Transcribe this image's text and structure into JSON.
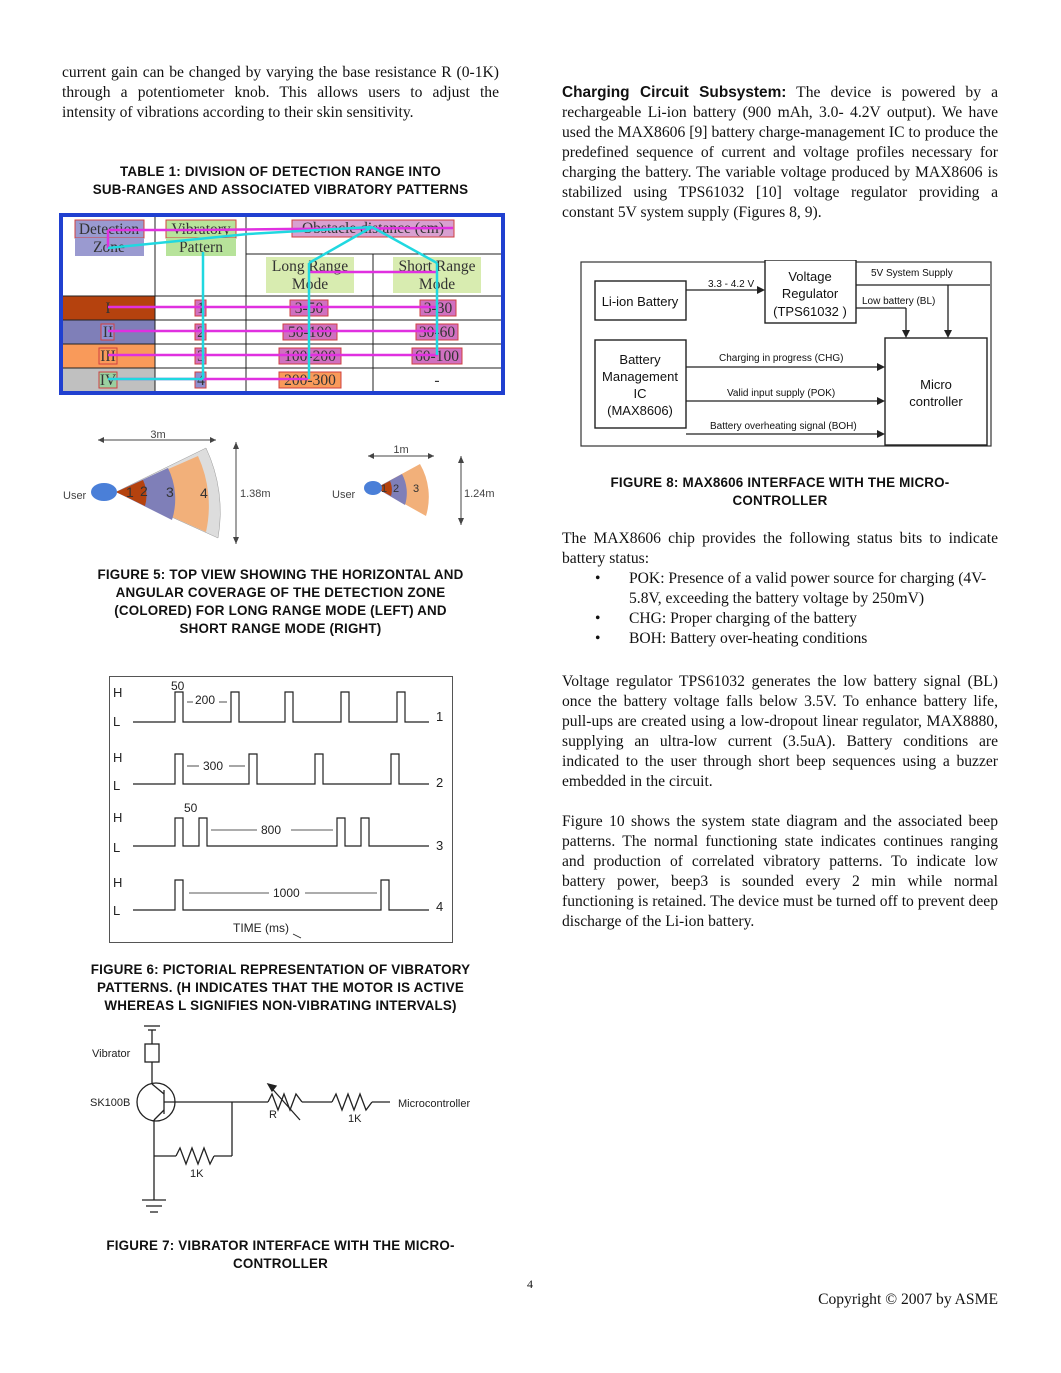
{
  "left_column": {
    "intro_paragraph": "current gain can be changed by varying the base resistance R (0-1K) through a potentiometer knob. This allows users to adjust the intensity of vibrations according to their skin sensitivity.",
    "table1": {
      "caption_line1": "TABLE 1: DIVISION OF DETECTION RANGE INTO",
      "caption_line2": "SUB-RANGES AND ASSOCIATED VIBRATORY PATTERNS",
      "headers": {
        "zone_1": "Detection",
        "zone_2": "Zone",
        "pattern_1": "Vibratory",
        "pattern_2": "Pattern",
        "distance": "Obstacle distance (cm)",
        "long_1": "Long Range",
        "long_2": "Mode",
        "short_1": "Short Range",
        "short_2": "Mode"
      },
      "rows": [
        {
          "zone": "I",
          "pattern": "1",
          "long": "3-50",
          "short": "3-30"
        },
        {
          "zone": "II",
          "pattern": "2",
          "long": "50-100",
          "short": "30-60"
        },
        {
          "zone": "III",
          "pattern": "3",
          "long": "100-200",
          "short": "60-100"
        },
        {
          "zone": "IV",
          "pattern": "4",
          "long": "200-300",
          "short": "-"
        }
      ]
    },
    "figure5": {
      "left": {
        "dist": "3m",
        "user": "User",
        "width": "1.38m",
        "zones": [
          "1",
          "2",
          "3",
          "4"
        ]
      },
      "right": {
        "dist": "1m",
        "user": "User",
        "width": "1.24m",
        "zones": [
          "1",
          "2",
          "3"
        ]
      },
      "caption": [
        "FIGURE 5: TOP VIEW SHOWING THE HORIZONTAL AND",
        "ANGULAR COVERAGE OF THE DETECTION ZONE",
        "(COLORED) FOR LONG RANGE MODE (LEFT) AND",
        "SHORT RANGE MODE (RIGHT)"
      ]
    },
    "figure6": {
      "H": "H",
      "L": "L",
      "labels": {
        "w50a": "50",
        "p200": "200",
        "p300": "300",
        "w50b": "50",
        "p800": "800",
        "p1000": "1000",
        "time": "TIME (ms)"
      },
      "pattern_numbers": [
        "1",
        "2",
        "3",
        "4"
      ],
      "caption": [
        "FIGURE 6: PICTORIAL REPRESENTATION OF VIBRATORY",
        "PATTERNS. (H INDICATES THAT THE MOTOR IS ACTIVE",
        "WHEREAS L SIGNIFIES NON-VIBRATING INTERVALS)"
      ]
    },
    "figure7": {
      "vibrator": "Vibrator",
      "transistor": "SK100B",
      "r": "R",
      "r1k_a": "1K",
      "r1k_b": "1K",
      "micro": "Microcontroller",
      "caption": [
        "FIGURE 7: VIBRATOR INTERFACE WITH THE MICRO-",
        "CONTROLLER"
      ]
    }
  },
  "right_column": {
    "charging_heading": "Charging Circuit Subsystem:",
    "charging_text": " The device is powered by a rechargeable Li-ion battery (900 mAh, 3.0- 4.2V output). We have used the MAX8606 [9] battery charge-management IC to produce the predefined sequence of current and voltage profiles necessary for charging the battery. The variable voltage produced by MAX8606 is stabilized using TPS61032 [10] voltage regulator providing a constant 5V system supply (Figures 8, 9).",
    "figure8": {
      "battery": "Li-ion Battery",
      "v_range": "3.3 - 4.2 V",
      "reg_1": "Voltage",
      "reg_2": "Regulator",
      "reg_3": "(TPS61032 )",
      "sys_supply": "5V System Supply",
      "low_batt": "Low battery (BL)",
      "bm_1": "Battery",
      "bm_2": "Management",
      "bm_3": "IC",
      "bm_4": "(MAX8606)",
      "chg": "Charging in progress (CHG)",
      "pok": "Valid input supply (POK)",
      "boh": "Battery overheating signal (BOH)",
      "micro_1": "Micro",
      "micro_2": "controller",
      "caption": [
        "FIGURE 8: MAX8606 INTERFACE WITH THE MICRO-",
        "CONTROLLER"
      ]
    },
    "status_intro": "The MAX8606 chip provides the following status bits to indicate battery status:",
    "bullets": [
      "POK: Presence of a valid power source for charging (4V-5.8V, exceeding the battery voltage by 250mV)",
      "CHG: Proper charging of the battery",
      "BOH: Battery over-heating conditions"
    ],
    "regulator_paragraph": "Voltage regulator TPS61032 generates the low battery signal (BL) once the battery voltage falls below 3.5V. To enhance battery life, pull-ups are created using a low-dropout linear regulator, MAX8880, supplying an ultra-low current (3.5uA). Battery conditions are indicated to the user through short beep sequences using a buzzer embedded in the circuit.",
    "figure10_paragraph": "Figure 10 shows the system state diagram and the associated beep patterns. The normal functioning state indicates continues ranging and production of correlated vibratory patterns. To indicate low battery power, beep3 is sounded every 2 min while normal functioning is retained. The device must be turned off to prevent deep discharge of the Li-ion battery."
  },
  "footer": {
    "page_number": "4",
    "copyright": "Copyright © 2007 by ASME"
  }
}
